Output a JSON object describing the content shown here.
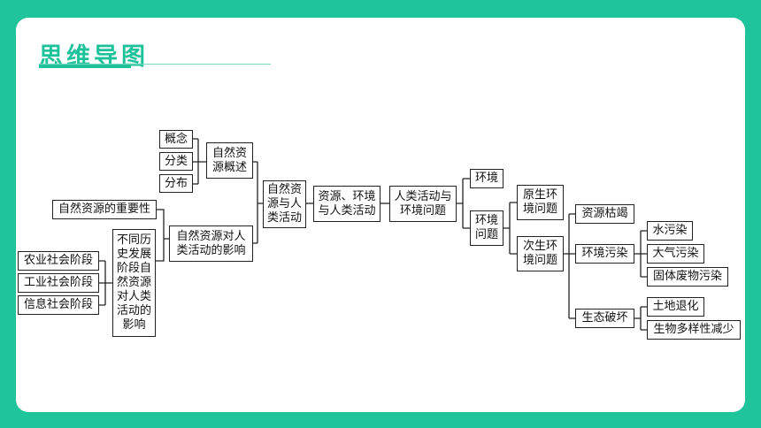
{
  "title": "思维导图",
  "colors": {
    "background": "#20c49a",
    "card": "#ffffff",
    "title": "#1ec29a",
    "box_border": "#222222"
  },
  "nodes": {
    "concept": "概念",
    "classification": "分类",
    "distribution": "分布",
    "overview": "自然资源概述",
    "importance": "自然资源的重要性",
    "agricultural": "农业社会阶段",
    "industrial": "工业社会阶段",
    "information": "信息社会阶段",
    "stages_impact": "不同历史发展阶段自然资源对人类活动的影响",
    "impact": "自然资源对人类活动的影响",
    "resources_human": "自然资源与人类活动",
    "resources_environment": "资源、环境与人类活动",
    "human_env_issues": "人类活动与环境问题",
    "environment": "环境",
    "env_issues": "环境问题",
    "primary_issues": "原生环境问题",
    "secondary_issues": "次生环境问题",
    "depletion": "资源枯竭",
    "pollution": "环境污染",
    "eco_damage": "生态破坏",
    "water_pollution": "水污染",
    "air_pollution": "大气污染",
    "solid_waste": "固体废物污染",
    "land_degradation": "土地退化",
    "biodiversity_loss": "生物多样性减少"
  }
}
